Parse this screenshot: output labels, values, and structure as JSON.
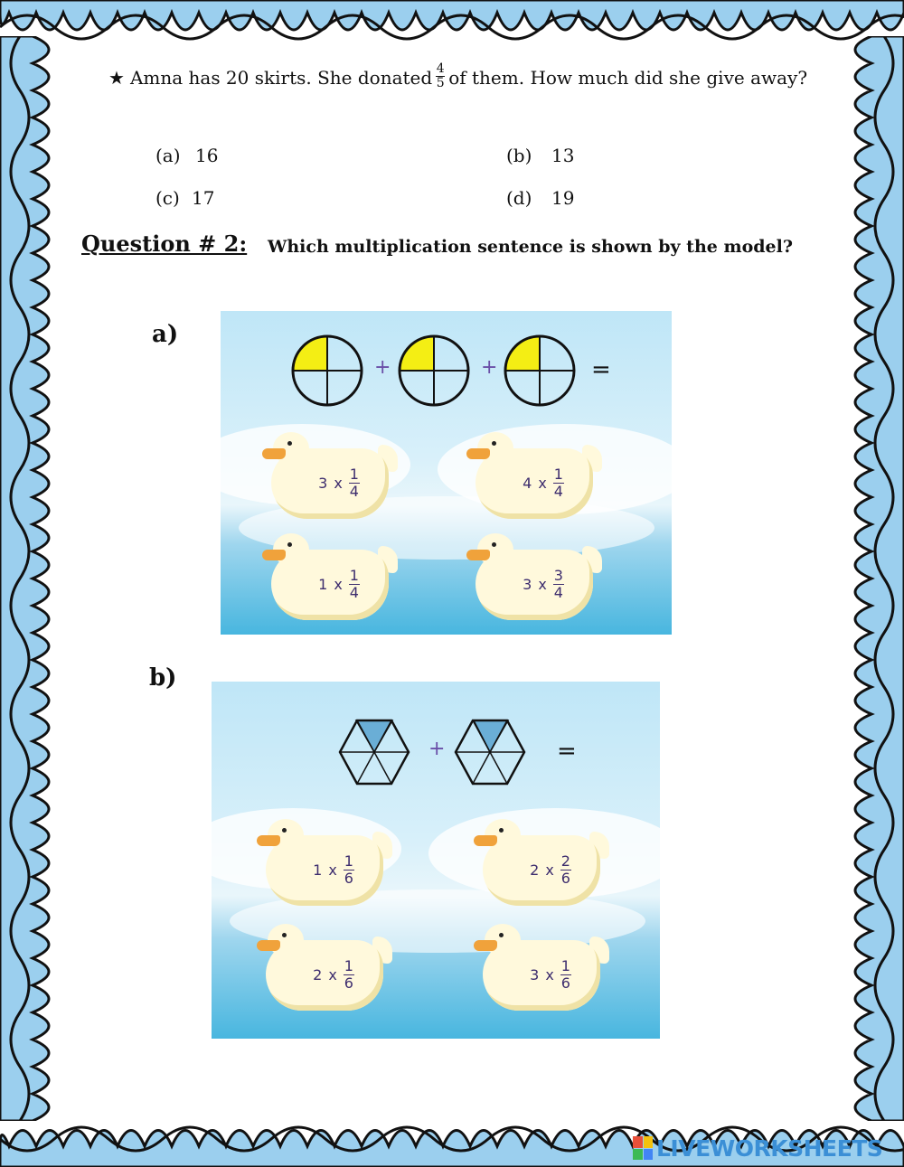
{
  "question1": {
    "star": "★",
    "text_before": "Amna has 20 skirts. She donated",
    "fraction_numerator": "4",
    "fraction_denominator": "5",
    "text_after": "of them. How much did she give away?",
    "options": [
      {
        "letter": "(a)",
        "value": "16"
      },
      {
        "letter": "(b)",
        "value": "13"
      },
      {
        "letter": "(c)",
        "value": "17"
      },
      {
        "letter": "(d)",
        "value": "19"
      }
    ]
  },
  "question2": {
    "heading": "Question # 2:",
    "prompt": "Which multiplication sentence is shown by the model?",
    "part_a": {
      "label": "a)",
      "plus": "+",
      "equals": "=",
      "shaded_fraction_per_circle": "1/4",
      "choices": [
        {
          "whole": "3",
          "times": "x",
          "num": "1",
          "den": "4"
        },
        {
          "whole": "4",
          "times": "x",
          "num": "1",
          "den": "4"
        },
        {
          "whole": "1",
          "times": "x",
          "num": "1",
          "den": "4"
        },
        {
          "whole": "3",
          "times": "x",
          "num": "3",
          "den": "4"
        }
      ]
    },
    "part_b": {
      "label": "b)",
      "plus": "+",
      "equals": "=",
      "shaded_fraction_per_hexagon": "1/6",
      "choices": [
        {
          "whole": "1",
          "times": "x",
          "num": "1",
          "den": "6"
        },
        {
          "whole": "2",
          "times": "x",
          "num": "2",
          "den": "6"
        },
        {
          "whole": "2",
          "times": "x",
          "num": "1",
          "den": "6"
        },
        {
          "whole": "3",
          "times": "x",
          "num": "1",
          "den": "6"
        }
      ]
    }
  },
  "footer": {
    "logo_text": "LIVEWORKSHEETS"
  },
  "colors": {
    "border_blue": "#8fc8ec",
    "circle_fill": "#f4ee14",
    "hex_fill": "#6aaed6",
    "logo_blue": "#3b8fd6"
  }
}
